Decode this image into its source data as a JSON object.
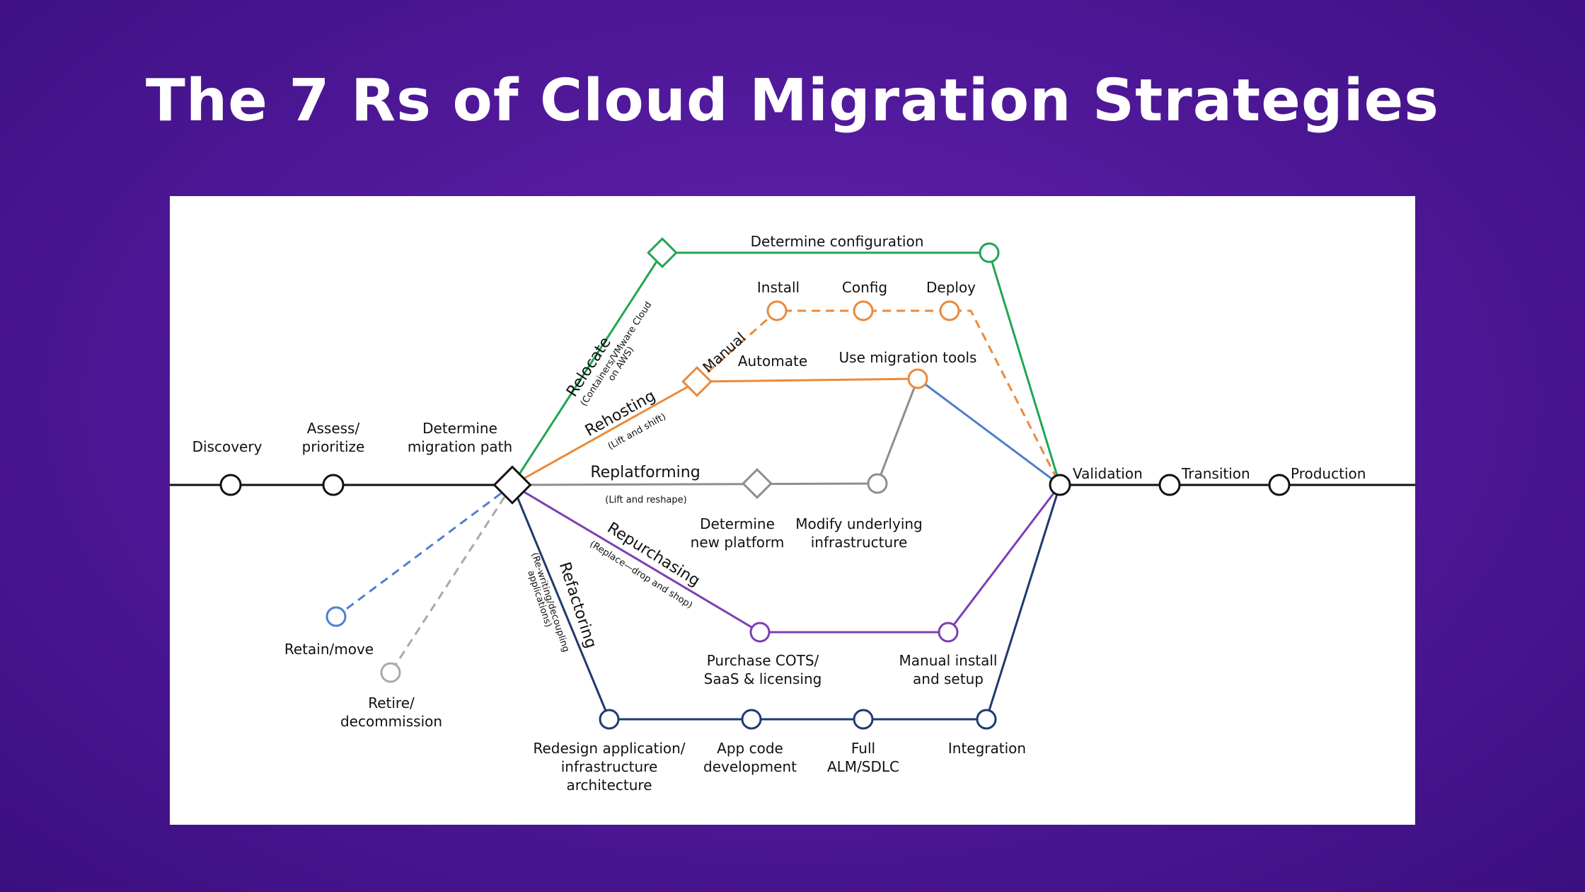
{
  "title": "The 7 Rs of Cloud Migration Strategies",
  "colors": {
    "background": "#4d1796",
    "relocate": "#21a553",
    "rehosting": "#ea8a3c",
    "replatforming": "#8e8e8e",
    "repurchasing": "#7d3fb3",
    "refactoring": "#1f3a6e",
    "retain": "#4f7fd0",
    "retire": "#a9a9a9",
    "main": "#111111"
  },
  "main_path": {
    "discovery": "Discovery",
    "assess": [
      "Assess/",
      "prioritize"
    ],
    "determine": [
      "Determine",
      "migration path"
    ],
    "validation": "Validation",
    "transition": "Transition",
    "production": "Production"
  },
  "relocate": {
    "label": "Relocate",
    "sub": [
      "(Containers/VMware Cloud",
      "on AWS)"
    ],
    "step": "Determine configuration"
  },
  "rehosting": {
    "label": "Rehosting",
    "sub": "(Lift and shift)",
    "manual": "Manual",
    "automate": "Automate",
    "install": "Install",
    "config": "Config",
    "deploy": "Deploy",
    "tools": "Use migration tools"
  },
  "replatforming": {
    "label": "Replatforming",
    "sub": "(Lift and reshape)",
    "determine": [
      "Determine",
      "new platform"
    ],
    "modify": [
      "Modify underlying",
      "infrastructure"
    ]
  },
  "repurchasing": {
    "label": "Repurchasing",
    "sub": "(Replace—drop and shop)",
    "purchase": [
      "Purchase COTS/",
      "SaaS & licensing"
    ],
    "manual": [
      "Manual install",
      "and setup"
    ]
  },
  "refactoring": {
    "label": "Refactoring",
    "sub": [
      "(Re-writing/decoupling",
      "applications)"
    ],
    "redesign": [
      "Redesign application/",
      "infrastructure",
      "architecture"
    ],
    "appcode": [
      "App code",
      "development"
    ],
    "alm": [
      "Full",
      "ALM/SDLC"
    ],
    "integration": "Integration"
  },
  "retain": "Retain/move",
  "retire": [
    "Retire/",
    "decommission"
  ]
}
